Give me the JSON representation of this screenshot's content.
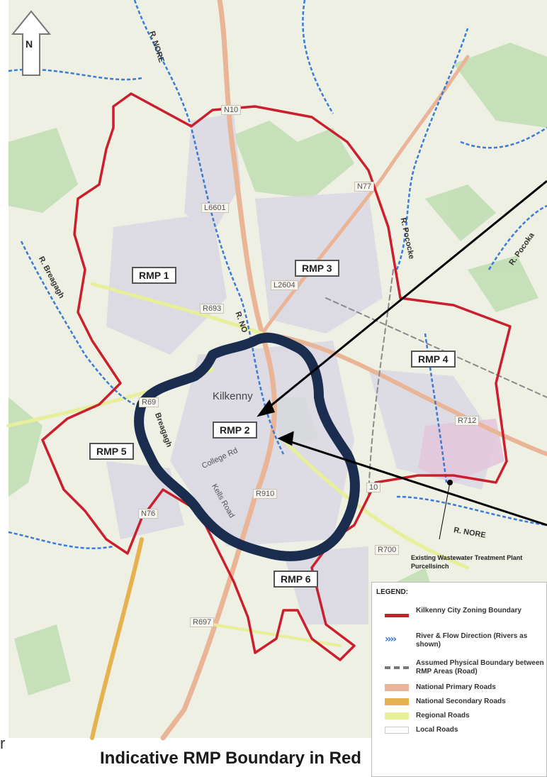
{
  "map": {
    "north_arrow_label": "N",
    "rivers": [
      "R. NORE",
      "R. Breagagh",
      "R. Pococke",
      "R. Pocoka",
      "R. NO",
      "Breagagh"
    ],
    "town_label": "Kilkenny",
    "rmp_areas": [
      "RMP 1",
      "RMP 2",
      "RMP 3",
      "RMP 4",
      "RMP 5",
      "RMP 6"
    ],
    "roads": [
      "N10",
      "N77",
      "L6601",
      "L2604",
      "R693",
      "R712",
      "R910",
      "R700",
      "N76",
      "R697",
      "R69",
      "College Rd",
      "Kells Road",
      "10"
    ],
    "annotation": "Existing Wastewater Treatment Plant Purcellsinch",
    "colors": {
      "boundary": "#cc1f2d",
      "highlight": "#1b2d4f",
      "river": "#3a7bd5"
    }
  },
  "legend": {
    "title": "LEGEND:",
    "items": [
      {
        "label": "Kilkenny City Zoning Boundary",
        "color": "#cc1f2d",
        "style": "solid"
      },
      {
        "label": "River & Flow Direction (Rivers as shown)",
        "color": "#2f6fd0",
        "style": "chevrons"
      },
      {
        "label": "Assumed Physical Boundary between RMP Areas (Road)",
        "color": "#777777",
        "style": "dashed"
      },
      {
        "label": "National Primary Roads",
        "color": "#e9b49a",
        "style": "band"
      },
      {
        "label": "National Secondary Roads",
        "color": "#e6b24f",
        "style": "band"
      },
      {
        "label": "Regional Roads",
        "color": "#e8ef9a",
        "style": "band"
      },
      {
        "label": "Local Roads",
        "color": "#ffffff",
        "style": "band"
      }
    ]
  },
  "caption": "Indicative RMP Boundary in Red",
  "left_stub": "r"
}
